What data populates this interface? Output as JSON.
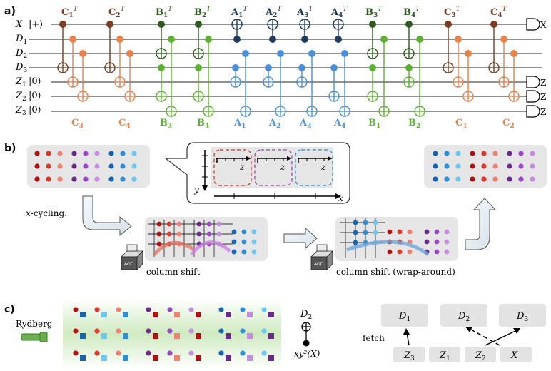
{
  "panels": {
    "a": "a)",
    "b": "b)",
    "c": "c)"
  },
  "circuit": {
    "wires": [
      {
        "label": "X",
        "init": "|+⟩"
      },
      {
        "label": "D1",
        "init": ""
      },
      {
        "label": "D2",
        "init": ""
      },
      {
        "label": "D3",
        "init": ""
      },
      {
        "label": "Z1",
        "init": "|0⟩"
      },
      {
        "label": "Z2",
        "init": "|0⟩"
      },
      {
        "label": "Z3",
        "init": "|0⟩"
      }
    ],
    "top_labels": [
      "C1",
      "C2",
      "B1",
      "B2",
      "A1",
      "A2",
      "A3",
      "A4",
      "B3",
      "B4",
      "C3",
      "C4"
    ],
    "top_sup": "T",
    "bottom_labels": [
      "C3",
      "C4",
      "B3",
      "B4",
      "A1",
      "A2",
      "A3",
      "A4",
      "B1",
      "B2",
      "C1",
      "C2"
    ],
    "measure_labels": [
      "X",
      "Z",
      "Z",
      "Z"
    ]
  },
  "panel_b": {
    "x_cycling": "x-cycling:",
    "column_shift": "column shift",
    "column_shift_wrap": "column shift (wrap-around)",
    "axis_x": "x",
    "axis_y": "y",
    "axis_z": "z",
    "aod": "AOD"
  },
  "panel_c": {
    "rydberg": "Rydberg",
    "gate_top": "D2",
    "gate_bottom": "xy²(X)",
    "fetch": "fetch",
    "targets": [
      "D1",
      "D2",
      "D3"
    ],
    "sources": [
      "Z3",
      "Z1",
      "Z2",
      "X"
    ]
  },
  "colors": {
    "brown": "#7a3b1e",
    "orange": "#e8804a",
    "green_dark": "#2f5a1e",
    "green": "#5bb030",
    "navy": "#1f3a5f",
    "blue": "#4a90d9",
    "grey_box": "#e6e6e6",
    "red_dark": "#b01010",
    "red": "#e0362c",
    "salmon": "#f28070",
    "purple_dark": "#6a2a8c",
    "purple": "#9b45c8",
    "lavender": "#c48de0",
    "blue_dark": "#1464b4",
    "blue_mid": "#2f8ed8",
    "sky": "#6cc8ee"
  }
}
